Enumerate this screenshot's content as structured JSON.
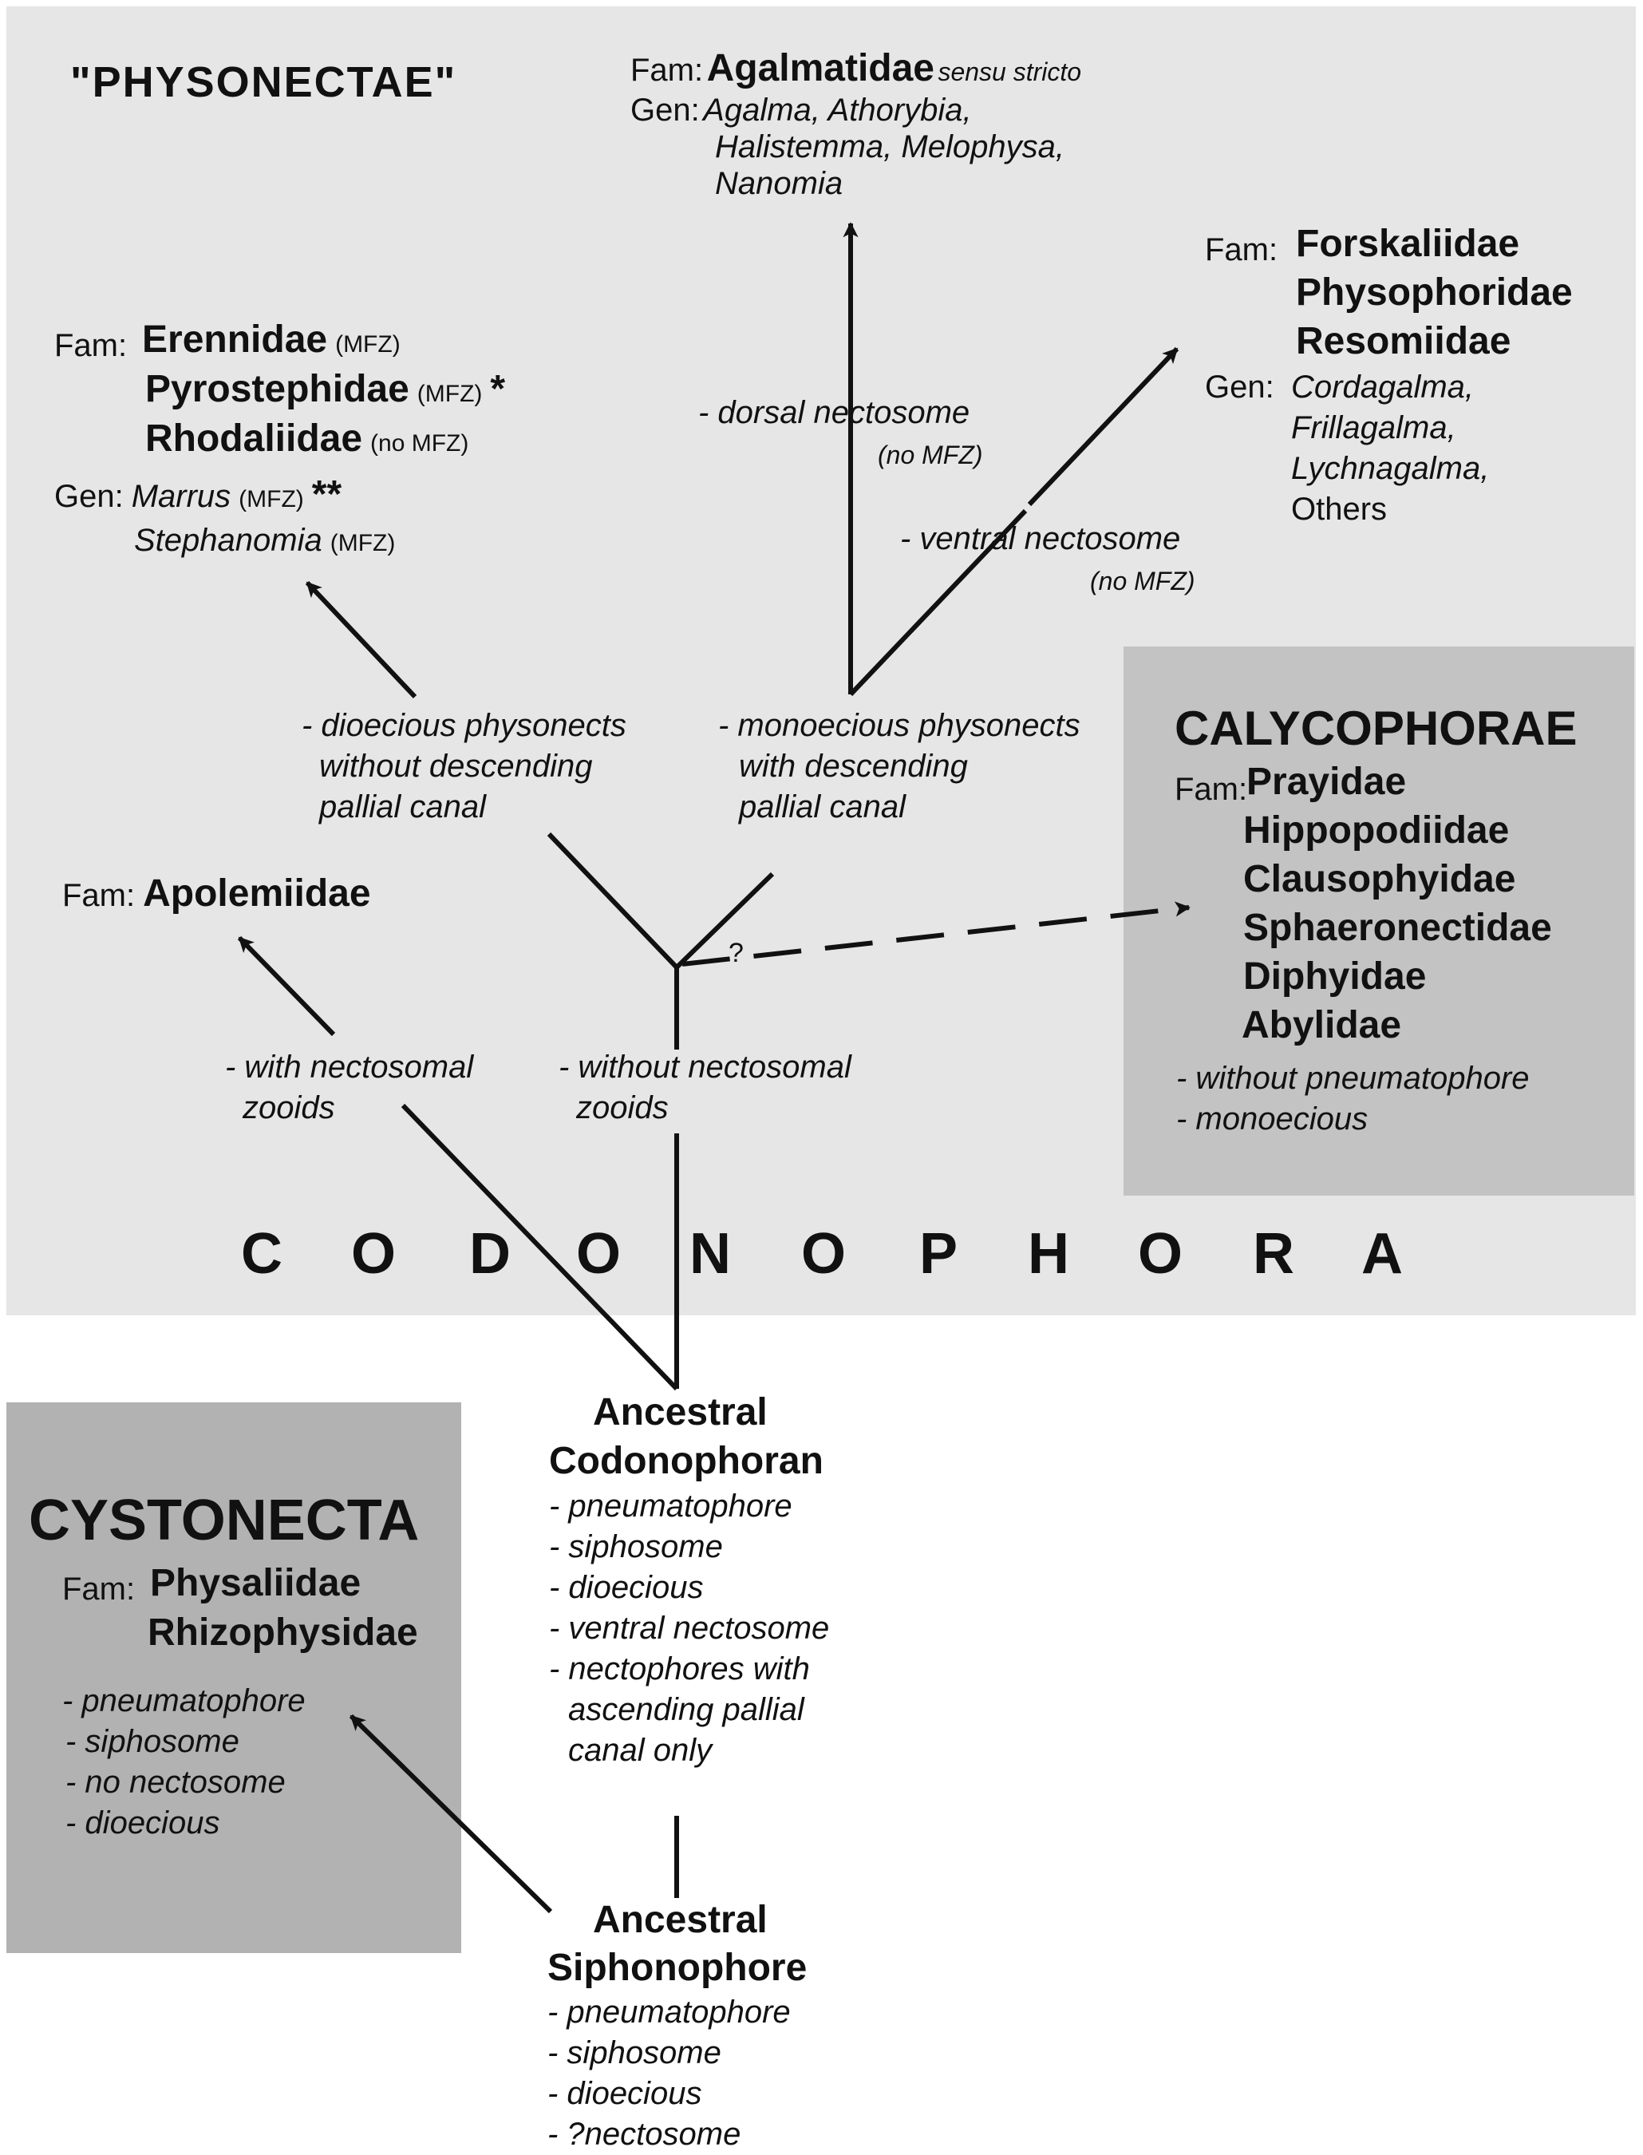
{
  "physonectae": {
    "title": "\"PHYSONECTAE\"",
    "agalmatidae": {
      "fam_label": "Fam:",
      "family": "Agalmatidae",
      "sensu": "sensu stricto",
      "gen_label": "Gen:",
      "genera": [
        "Agalma, Athorybia,",
        "Halistemma, Melophysa,",
        "Nanomia"
      ],
      "trait": "- dorsal nectosome",
      "trait_note": "(no MFZ)"
    },
    "forskaliidae": {
      "fam_label": "Fam:",
      "families": [
        "Forskaliidae",
        "Physophoridae",
        "Resomiidae"
      ],
      "gen_label": "Gen:",
      "genera": [
        "Cordagalma,",
        "Frillagalma,",
        "Lychnagalma,"
      ],
      "others": "Others",
      "trait": "- ventral nectosome",
      "trait_note": "(no MFZ)"
    },
    "erennidae": {
      "fam_label": "Fam:",
      "families": [
        {
          "name": "Erennidae",
          "note": "(MFZ)",
          "mark": ""
        },
        {
          "name": "Pyrostephidae",
          "note": "(MFZ)",
          "mark": "*"
        },
        {
          "name": "Rhodaliidae",
          "note": "(no MFZ)",
          "mark": ""
        }
      ],
      "gen_label": "Gen:",
      "genera": [
        {
          "name": "Marrus",
          "note": "(MFZ)",
          "mark": "**"
        },
        {
          "name": "Stephanomia",
          "note": "(MFZ)",
          "mark": ""
        }
      ]
    },
    "dioecious": [
      "- dioecious physonects",
      "without descending",
      "pallial canal"
    ],
    "monoecious": [
      "- monoecious physonects",
      "with descending",
      "pallial canal"
    ],
    "apolemiidae": {
      "fam_label": "Fam:",
      "family": "Apolemiidae"
    },
    "with_nectosomal": [
      "- with nectosomal",
      "zooids"
    ],
    "without_nectosomal": [
      "- without nectosomal",
      "zooids"
    ],
    "question": "?"
  },
  "calycophorae": {
    "title": "CALYCOPHORAE",
    "fam_label": "Fam:",
    "families": [
      "Prayidae",
      "Hippopodiidae",
      "Clausophyidae",
      "Sphaeronectidae",
      "Diphyidae",
      "Abylidae"
    ],
    "traits": [
      "- without pneumatophore",
      "- monoecious"
    ]
  },
  "codonophora": [
    "C",
    "O",
    "D",
    "O",
    "N",
    "O",
    "P",
    "H",
    "O",
    "R",
    "A"
  ],
  "cystonecta": {
    "title": "CYSTONECTA",
    "fam_label": "Fam:",
    "families": [
      "Physaliidae",
      "Rhizophysidae"
    ],
    "traits": [
      "- pneumatophore",
      "- siphosome",
      "- no nectosome",
      "- dioecious"
    ]
  },
  "ancestral_codonophoran": {
    "title": [
      "Ancestral",
      "Codonophoran"
    ],
    "traits": [
      "- pneumatophore",
      "- siphosome",
      "- dioecious",
      "- ventral nectosome",
      "- nectophores with",
      "ascending pallial",
      "canal only"
    ]
  },
  "ancestral_siphonophore": {
    "title": [
      "Ancestral",
      "Siphonophore"
    ],
    "traits": [
      "- pneumatophore",
      "- siphosome",
      "- dioecious",
      "- ?nectosome"
    ]
  }
}
